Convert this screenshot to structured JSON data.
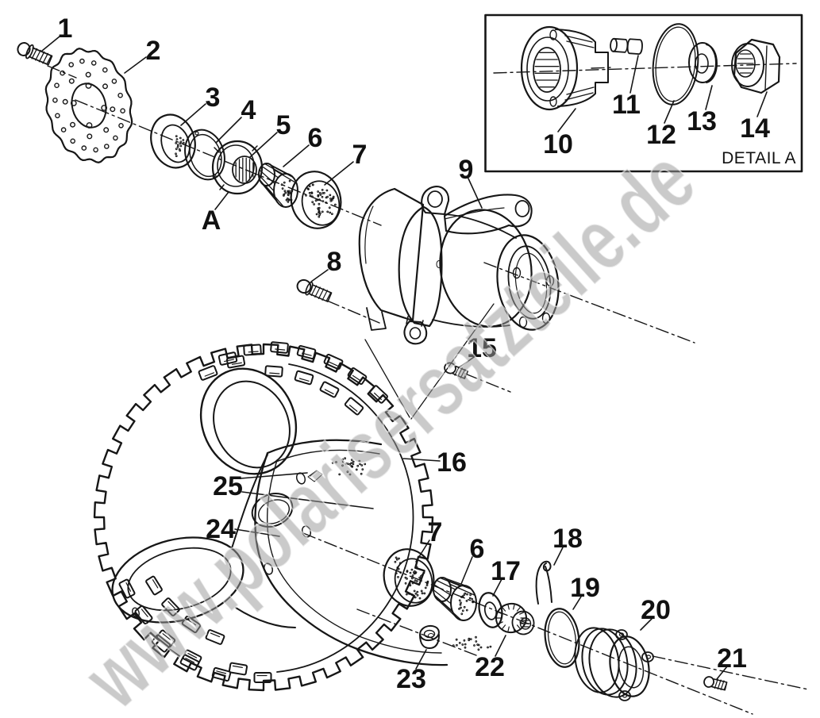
{
  "watermark": {
    "text": "www.polarisersatzteile.de"
  },
  "detail_box": {
    "label": "DETAIL A"
  },
  "callouts": [
    {
      "id": "1",
      "label": "1"
    },
    {
      "id": "2",
      "label": "2"
    },
    {
      "id": "3",
      "label": "3"
    },
    {
      "id": "4",
      "label": "4"
    },
    {
      "id": "5",
      "label": "5"
    },
    {
      "id": "6",
      "label": "6"
    },
    {
      "id": "7",
      "label": "7"
    },
    {
      "id": "8",
      "label": "8"
    },
    {
      "id": "9",
      "label": "9"
    },
    {
      "id": "A",
      "label": "A"
    },
    {
      "id": "10",
      "label": "10"
    },
    {
      "id": "11",
      "label": "11"
    },
    {
      "id": "12",
      "label": "12"
    },
    {
      "id": "13",
      "label": "13"
    },
    {
      "id": "14",
      "label": "14"
    },
    {
      "id": "15",
      "label": "15"
    },
    {
      "id": "16",
      "label": "16"
    },
    {
      "id": "17",
      "label": "17"
    },
    {
      "id": "18",
      "label": "18"
    },
    {
      "id": "19",
      "label": "19"
    },
    {
      "id": "20",
      "label": "20"
    },
    {
      "id": "21",
      "label": "21"
    },
    {
      "id": "22",
      "label": "22"
    },
    {
      "id": "23",
      "label": "23"
    },
    {
      "id": "24",
      "label": "24"
    },
    {
      "id": "25",
      "label": "25"
    },
    {
      "id": "7b",
      "label": "7"
    },
    {
      "id": "6b",
      "label": "6"
    }
  ]
}
